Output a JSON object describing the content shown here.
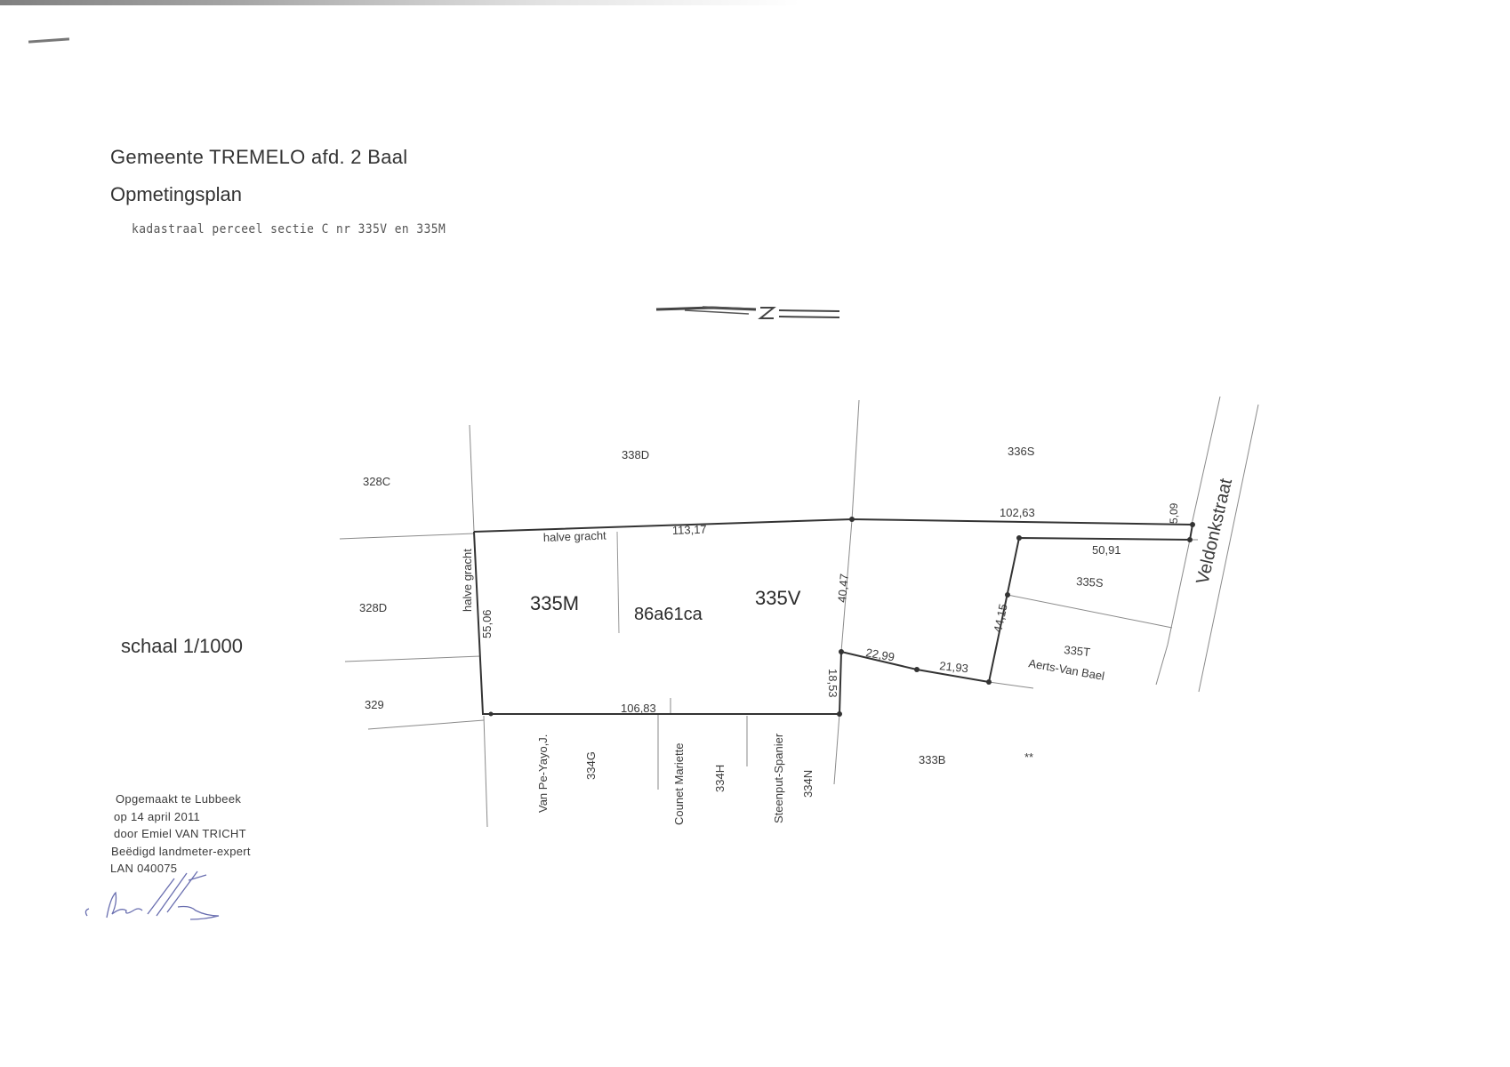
{
  "header": {
    "municipality": "Gemeente TREMELO afd. 2 Baal",
    "document_type": "Opmetingsplan",
    "parcel_description": "kadastraal perceel  sectie C nr 335V en 335M"
  },
  "north_arrow": {
    "label": "Z",
    "icon": "north-arrow-icon"
  },
  "scale": {
    "label": "schaal  1/1000"
  },
  "parcels": {
    "main_left": "335M",
    "main_right": "335V",
    "area": "86a61ca",
    "neighbors": {
      "p328C": "328C",
      "p328D": "328D",
      "p329": "329",
      "p338D": "338D",
      "p336S": "336S",
      "p335S": "335S",
      "p335T": "335T",
      "p333B": "333B",
      "p334G": "334G",
      "p334H": "334H",
      "p334N": "334N"
    },
    "owners": {
      "van_pe": "Van Pe-Yayo,J.",
      "counet": "Counet Mariette",
      "steenput": "Steenput-Spanier",
      "aerts": "Aerts-Van Bael"
    },
    "annotations": {
      "halve_gracht_top": "halve gracht",
      "halve_gracht_left": "halve gracht",
      "stars": "**"
    }
  },
  "dimensions": {
    "top_left": "113,17",
    "top_right": "102,63",
    "left_side": "55,06",
    "bottom": "106,83",
    "middle_vertical": "40,47",
    "step_vertical": "18,53",
    "diag_1": "22,99",
    "diag_2": "21,93",
    "right_vertical": "44,15",
    "inner_top": "50,91",
    "street_offset": "5,09"
  },
  "street": {
    "name": "Veldonkstraat"
  },
  "footer": {
    "line1": "Opgemaakt  te  Lubbeek",
    "line2": "op  14  april  2011",
    "line3": "door  Emiel  VAN  TRICHT",
    "line4": "Beëdigd  landmeter-expert",
    "line5": "LAN  040075"
  },
  "colors": {
    "ink": "#2a2a2a",
    "faint_line": "#9a9a9a",
    "signature": "#6a6fb0"
  }
}
